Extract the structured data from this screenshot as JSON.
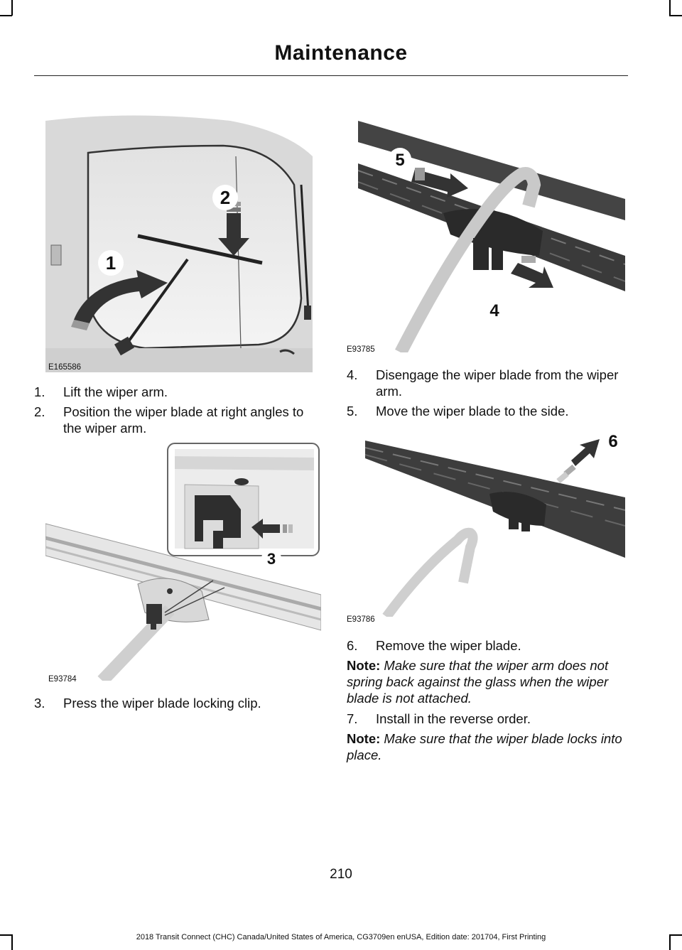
{
  "header": {
    "title": "Maintenance"
  },
  "figures": {
    "fig1": {
      "code": "E165586",
      "callouts": [
        "1",
        "2"
      ]
    },
    "fig2": {
      "code": "E93784",
      "callouts": [
        "3"
      ]
    },
    "fig3": {
      "code": "E93785",
      "callouts": [
        "5",
        "4"
      ]
    },
    "fig4": {
      "code": "E93786",
      "callouts": [
        "6"
      ]
    }
  },
  "steps": [
    {
      "num": "1.",
      "text": "Lift the wiper arm."
    },
    {
      "num": "2.",
      "text": "Position the wiper blade at right angles to the wiper arm."
    },
    {
      "num": "3.",
      "text": "Press the wiper blade locking clip."
    },
    {
      "num": "4.",
      "text": "Disengage the wiper blade from the wiper arm."
    },
    {
      "num": "5.",
      "text": "Move the wiper blade to the side."
    },
    {
      "num": "6.",
      "text": "Remove the wiper blade."
    },
    {
      "num": "7.",
      "text": "Install in the reverse order."
    }
  ],
  "notes": [
    {
      "label": "Note:",
      "text": "Make sure that the wiper arm does not spring back against the glass when the wiper blade is not attached."
    },
    {
      "label": "Note:",
      "text": "Make sure that the wiper blade locks into place."
    }
  ],
  "page_number": "210",
  "footer": "2018 Transit Connect (CHC) Canada/United States of America, CG3709en enUSA, Edition date: 201704, First Printing"
}
